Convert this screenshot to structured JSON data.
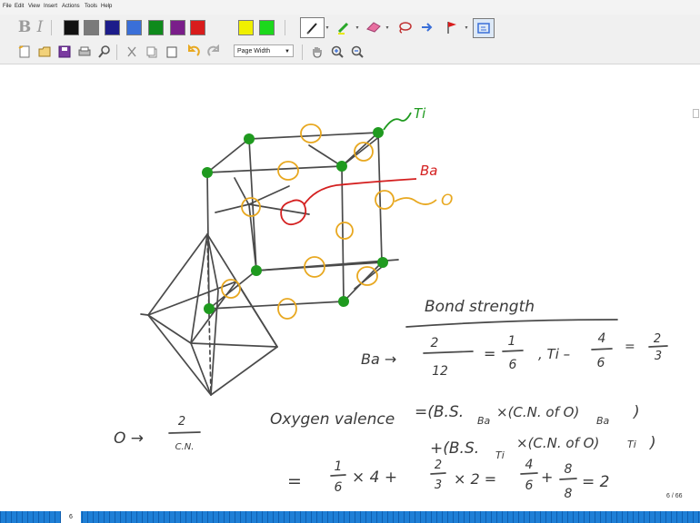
{
  "menu": [
    "File",
    "Edit",
    "View",
    "Insert",
    "Actions",
    "Tools",
    "Help"
  ],
  "toolbar": {
    "colors": [
      "#111111",
      "#7a7a7a",
      "#1c1c8a",
      "#3a6fd8",
      "#0f8a1c",
      "#7a1e8a",
      "#d81c1c",
      "#f0f000",
      "#1cd81c"
    ],
    "zoom_select": "Page Width"
  },
  "ink_colors": {
    "black": "#4a4a4a",
    "green": "#1a8a1a",
    "red": "#d42020",
    "orange": "#e8a820"
  },
  "notes": {
    "label_ti": "Ti",
    "label_ba": "Ba",
    "label_o": "O",
    "bond_strength_title": "Bond strength",
    "ba_prefix": "Ba →",
    "ba_num": "2",
    "ba_den": "12",
    "eq1": "=",
    "one": "1",
    "six": "6",
    "ti_prefix": ", Ti –",
    "ti_num": "4",
    "ti_den": "6",
    "eq2": "=",
    "two": "2",
    "three": "3",
    "o_prefix": "O →",
    "o_num": "2",
    "o_den": "C.N.",
    "oxy_label": "Oxygen valence",
    "oxy_line1": "=(B.S.",
    "oxy_sub1": "Ba",
    "oxy_line1b": "×(C.N. of O)",
    "oxy_sub1b": "Ba",
    "oxy_close1": ")",
    "oxy_line2": "+(B.S.",
    "oxy_sub2": "Ti",
    "oxy_line2b": "×(C.N. of O)",
    "oxy_sub2b": "Ti",
    "oxy_close2": ")",
    "final_eq": "=",
    "f1_num": "1",
    "f1_den": "6",
    "f1_tail": "× 4 +",
    "f2_num": "2",
    "f2_den": "3",
    "f2_tail": "× 2 =",
    "f3_num": "4",
    "f3_den": "6",
    "plus": "+",
    "f4_num": "8",
    "f4_den": "8",
    "result": "= 2"
  },
  "page_indicator": "6 / 66",
  "status_page": "6"
}
